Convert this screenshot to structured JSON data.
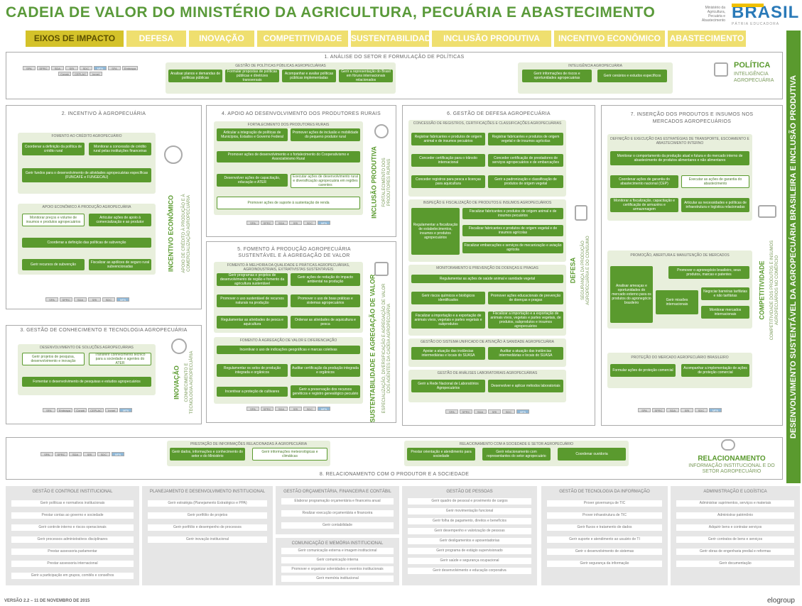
{
  "title": "CADEIA DE VALOR DO MINISTÉRIO DA AGRICULTURA, PECUÁRIA E ABASTECIMENTO",
  "ministry_logo": "Ministério da Agricultura, Pecuária e Abastecimento",
  "brand": {
    "word": "BRASIL",
    "tagline": "PÁTRIA EDUCADORA"
  },
  "tabs": [
    "EIXOS DE IMPACTO",
    "DEFESA",
    "INOVAÇÃO",
    "COMPETITIVIDADE",
    "SUSTENTABILIDADE",
    "INCLUSÃO PRODUTIVA",
    "INCENTIVO ECONÔMICO",
    "ABASTECIMENTO"
  ],
  "vertical_band": "DESENVOLVIMENTO SUSTENTÁVEL DA AGROPECUÁRIA BRASILEIRA E INCLUSÃO PRODUTIVA",
  "chips_row1": [
    "SPA",
    "SPRC",
    "SDA",
    "SRI",
    "SDC",
    "MPA"
  ],
  "chips_row2": [
    "SFA",
    "Embrapa",
    "Conab",
    "CEPLAC",
    "Inmet"
  ],
  "s1": {
    "title": "1. ANÁLISE DO SETOR E FORMULAÇÃO DE POLÍTICAS",
    "box1_title": "GESTÃO DE POLÍTICAS PÚBLICAS AGROPECUÁRIAS",
    "box1_items": [
      "Analisar planos e demandas de políticas públicas",
      "Formular propostas de políticas públicas e diretrizes transversais",
      "Acompanhar e avaliar políticas públicas implementadas",
      "Gerir a representação do Brasil em fóruns internacionais relacionados"
    ],
    "box2_title": "INTELIGÊNCIA AGROPECUÁRIA",
    "box2_items": [
      "Gerir informações de riscos e oportunidades agropecuárias",
      "Gerir cenários e estudos específicos"
    ],
    "label": "POLÍTICA",
    "sub": "INTELIGÊNCIA AGROPECUÁRIA"
  },
  "s2": {
    "title": "2. INCENTIVO À AGROPECUÁRIA",
    "box1_title": "FOMENTO AO CRÉDITO AGROPECUÁRIO",
    "box1_items": [
      "Coordenar a definição da política de crédito rural",
      "Monitorar a concessão de crédito rural pelas instituições financeiras",
      "Gerir fundos para o desenvolvimento de atividades agropecuárias específicas (FUNCAFÉ e FUNGECAU)"
    ],
    "box2_title": "APOIO ECONÔMICO À PRODUÇÃO AGROPECUÁRIA",
    "box2_items": [
      "Monitorar preços e volume de insumos e produtos agropecuários",
      "Articular ações de apoio à comercialização e ao produtor",
      "Coordenar a definição das políticas de subvenção",
      "Gerir recursos de subvenção",
      "Fiscalizar as apólices de seguro rural subvencionadas"
    ],
    "label": "INCENTIVO ECONÔMICO",
    "sub": "APOIO DE CRÉDITO À PRODUÇÃO E À COMERCIALIZAÇÃO AGROPECUÁRIA"
  },
  "s3": {
    "title": "3. GESTÃO DE CONHECIMENTO E TECNOLOGIA AGROPECUÁRIA",
    "box1_title": "DESENVOLVIMENTO DE SOLUÇÕES AGROPECUÁRIAS",
    "box1_items": [
      "Gerir projetos de pesquisa, desenvolvimento e inovação",
      "Transferir conhecimento técnico para a sociedade e agentes do ATER",
      "Fomentar o desenvolvimento de pesquisas e estudos agropecuários"
    ],
    "label": "INOVAÇÃO",
    "sub": "CONHECIMENTO E TECNOLOGIA AGROPECUÁRIA"
  },
  "s4": {
    "title": "4. APOIO AO DESENVOLVIMENTO DOS PRODUTORES RURAIS",
    "box1_title": "FORTALECIMENTO DOS PRODUTORES RURAIS",
    "box1_items": [
      "Articular a integração de políticas de Municípios, Estados e Governo Federal",
      "Promover ações de inclusão e mobilidade do pequeno produtor rural",
      "Promover ações de desenvolvimento e o fortalecimento do Cooperativismo e Associativismo Rural",
      "Desenvolver ações de capacitação, educação e ATER",
      "Executar ações de desenvolvimento rural e diversificação agropecuária em regiões carentes",
      "Promover ações de suporte à sustentação de renda"
    ],
    "label": "INCLUSÃO PRODUTIVA",
    "sub": "FORTALECIMENTO DOS PRODUTORES RURAIS"
  },
  "s5": {
    "title": "5. FOMENTO À PRODUÇÃO AGROPECUÁRIA SUSTENTÁVEL E À AGREGAÇÃO DE VALOR",
    "box1_title": "FOMENTO À MELHORIA DA QUALIDADE E PRÁTICAS AGROPECUÁRIAS, AGROINDUSTRIAIS, EXTRATIVISTAS SUSTENTÁVEIS",
    "box1_items": [
      "Gerir programas e projetos de desenvolvimento de região e fomento da agricultura sustentável",
      "Gerir ações de redução do impacto ambiental na produção",
      "Promover o uso sustentável de recursos naturais na produção",
      "Promover o uso de boas práticas e sistemas agropecuários",
      "Regulamentar as atividades de pesca e aquicultura",
      "Ordenar as atividades de aquicultura e pesca"
    ],
    "box2_title": "FOMENTO À AGREGAÇÃO DE VALOR E DIFERENCIAÇÃO",
    "box2_items": [
      "Incentivar o uso de indicações geográficas e marcas coletivas",
      "Regulamentar os selos de produção integrada e orgânicos",
      "Auditar certificação da produção integrada e orgânicos",
      "Incentivar a proteção de cultivares",
      "Gerir a preservação dos recursos genéticos e registro genealógico pecuário"
    ],
    "label": "SUSTENTABILIDADE E AGREGAÇÃO DE VALOR",
    "sub": "ESPECIALIZAÇÃO, DIVERSIFICAÇÃO E AGREGAÇÃO DE VALOR DOS AGENTES DA CADEIA AGROPECUÁRIA"
  },
  "s6": {
    "title": "6. GESTÃO DE DEFESA AGROPECUÁRIA",
    "box1_title": "CONCESSÃO DE REGISTROS, CERTIFICAÇÕES E CLASSIFICAÇÕES AGROPECUÁRIAS",
    "box1_items": [
      "Registrar fabricantes e produtos de origem animal e de insumos pecuários",
      "Registrar fabricantes e produtos de origem vegetal e de insumos agrícolas",
      "Conceder certificação para o trânsito internacional",
      "Conceder certificação de prestadores de serviços agropecuários e de embarcações",
      "Conceder registros para pesca e licenças para aquicultura",
      "Gerir a padronização e classificação de produtos de origem vegetal"
    ],
    "box2_title": "INSPEÇÃO E FISCALIZAÇÃO DE PRODUTOS E INSUMOS AGROPECUÁRIOS",
    "box2_items": [
      "Regulamentar a fiscalização de estabelecimentos, insumos e produtos agropecuários",
      "Fiscalizar fabricantes e produtos de origem animal e de insumos pecuários",
      "Fiscalizar fabricantes e produtos de origem vegetal e de insumos agrícolas",
      "Fiscalizar embarcações e serviços de mecanização e aviação agrícola"
    ],
    "box3_title": "MONITORAMENTO E PREVENÇÃO DE DOENÇAS E PRAGAS",
    "box3_items": [
      "Regulamentar as ações de saúde animal e sanidade vegetal",
      "Gerir riscos químicos e biológicos identificados",
      "Promover ações educacionais de prevenção de doenças e pragas",
      "Fiscalizar a importação e a exportação de animais vivos, vegetais e partes vegetais e subprodutos",
      "Fiscalizar a importação e a exportação de animais vivos, vegetais e partes vegetais, de produtos, subprodutos e insumos agropecuários"
    ],
    "box4_title": "GESTÃO DO SISTEMA UNIFICADO DE ATENÇÃO À SANIDADE AGROPECUÁRIA",
    "box4_items": [
      "Apoiar a atuação das instâncias intermediárias e locais do SUASA",
      "Auditar a atuação das instâncias intermediárias e locais do SUASA"
    ],
    "box5_title": "GESTÃO DE ANÁLISES LABORATORIAIS AGROPECUÁRIAS",
    "box5_items": [
      "Gerir a Rede Nacional de Laboratórios Agropecuários",
      "Desenvolver e aplicar métodos laboratoriais"
    ],
    "label": "DEFESA",
    "sub": "SEGURANÇA DA PRODUÇÃO AGROPECUÁRIA E DO CONSUMO"
  },
  "s7": {
    "title": "7. INSERÇÃO DOS PRODUTOS E INSUMOS NOS MERCADOS AGROPECUÁRIOS",
    "box1_title": "DEFINIÇÃO E EXECUÇÃO DAS ESTRATÉGIAS DE TRANSPORTE, ESCOAMENTO E ABASTECIMENTO INTERNO",
    "box1_items": [
      "Monitorar o comportamento da produção atual e futura e do mercado interno de abastecimento de produtos alimentares e não alimentares",
      "Coordenar ações de garantia do abastecimento nacional (CEP)",
      "Executar as ações de garantia do abastecimento",
      "Monitorar a fiscalização, capacitação e certificação de armazéns e armazenagem",
      "Articular as necessidades e políticas de infraestrutura e logística relacionadas"
    ],
    "box2_title": "PROMOÇÃO, ABERTURA E MANUTENÇÃO DE MERCADOS",
    "box2_items": [
      "Analisar ameaças e oportunidades do mercado externo para os produtos do agronegócio brasileiro",
      "Promover o agronegócio brasileiro, seus produtos, marcas e patentes",
      "Gerir missões internacionais",
      "Negociar barreiras tarifárias e não tarifárias",
      "Monitorar mercados internacionais"
    ],
    "box3_title": "PROTEÇÃO DO MERCADO AGROPECUÁRIO BRASILEIRO",
    "box3_items": [
      "Formular ações de proteção comercial",
      "Acompanhar a implementação de ações de proteção comercial"
    ],
    "label": "COMPETITIVIDADE",
    "sub": "COMPETITIVIDADE DOS PRODUTOS E INSUMOS AGROPECUÁRIOS NO COMÉRCIO"
  },
  "s8": {
    "title": "8. RELACIONAMENTO COM O PRODUTOR E A SOCIEDADE",
    "box1_title": "PRESTAÇÃO DE INFORMAÇÕES RELACIONADAS À AGROPECUÁRIA",
    "box1_items": [
      "Gerir dados, informações e conhecimento do setor e do Ministério",
      "Gerir informações meteorológicas e climáticas"
    ],
    "box2_title": "RELACIONAMENTO COM A SOCIEDADE E SETOR AGROPECUÁRIO",
    "box2_items": [
      "Prestar orientação e atendimento para sociedade",
      "Gerir relacionamento com representantes do setor agropecuário",
      "Coordenar ouvidoria"
    ],
    "label": "RELACIONAMENTO",
    "sub": "INFORMAÇÃO INSTITUCIONAL E DO SETOR AGROPECUÁRIO"
  },
  "support": [
    {
      "title": "GESTÃO E CONTROLE INSTITUCIONAL",
      "items": [
        "Gerir políticas e normativos institucionais",
        "Prestar contas ao governo e sociedade",
        "Gerir controle interno e riscos operacionais",
        "Gerir processos administrativos disciplinares",
        "Prestar assessoria parlamentar",
        "Prestar assessoria internacional",
        "Gerir a participação em grupos, comitês e conselhos"
      ]
    },
    {
      "title": "PLANEJAMENTO E DESENVOLVIMENTO INSTITUCIONAL",
      "items": [
        "Gerir estratégia (Planejamento Estratégico e PPA)",
        "Gerir portfólio de projetos",
        "Gerir portfólio e desempenho de processos",
        "Gerir inovação institucional"
      ]
    },
    {
      "title": "GESTÃO ORÇAMENTÁRIA, FINANCEIRA E CONTÁBIL",
      "items": [
        "Elaborar programação orçamentária e financeira anual",
        "Realizar execução orçamentária e financeira",
        "Gerir contabilidade"
      ]
    },
    {
      "title": "GESTÃO DE PESSOAS",
      "items": [
        "Gerir quadro de pessoal e provimento de cargos",
        "Gerir movimentação funcional",
        "Gerir folha de pagamento, direitos e benefícios",
        "Gerir desempenho e valorização de pessoas",
        "Gerir desligamentos e aposentadorias",
        "Gerir programa de estágio supervisionado",
        "Gerir saúde e segurança ocupacional",
        "Gerir desenvolvimento e educação corporativa"
      ]
    },
    {
      "title": "GESTÃO DE TECNOLOGIA DA INFORMAÇÃO",
      "items": [
        "Prover governança de TIC",
        "Prover infraestrutura de TIC",
        "Gerir fluxos e tratamento de dados",
        "Gerir suporte e atendimento ao usuário de TI",
        "Gerir o desenvolvimento de sistemas",
        "Gerir segurança da informação"
      ]
    },
    {
      "title": "ADMINISTRAÇÃO E LOGÍSTICA",
      "items": [
        "Administrar suprimentos, serviços e materiais",
        "Administrar patrimônio",
        "Adquirir bens e contratar serviços",
        "Gerir contratos de bens e serviços",
        "Gerir obras de engenharia predial e reformas",
        "Gerir documentação"
      ]
    }
  ],
  "comm": {
    "title": "COMUNICAÇÃO E MEMÓRIA INSTITUCIONAL",
    "items": [
      "Gerir comunicação externa e imagem institucional",
      "Gerir comunicação interna",
      "Promover e organizar solenidades e eventos institucionais",
      "Gerir memória institucional"
    ]
  },
  "version": "VERSÃO 2.2 – 11 DE NOVEMBRO DE 2015",
  "elo": "elogroup",
  "colors": {
    "green": "#5a9a2e",
    "light_green": "#e8efdc",
    "tab_yellow": "#efdf6f"
  }
}
